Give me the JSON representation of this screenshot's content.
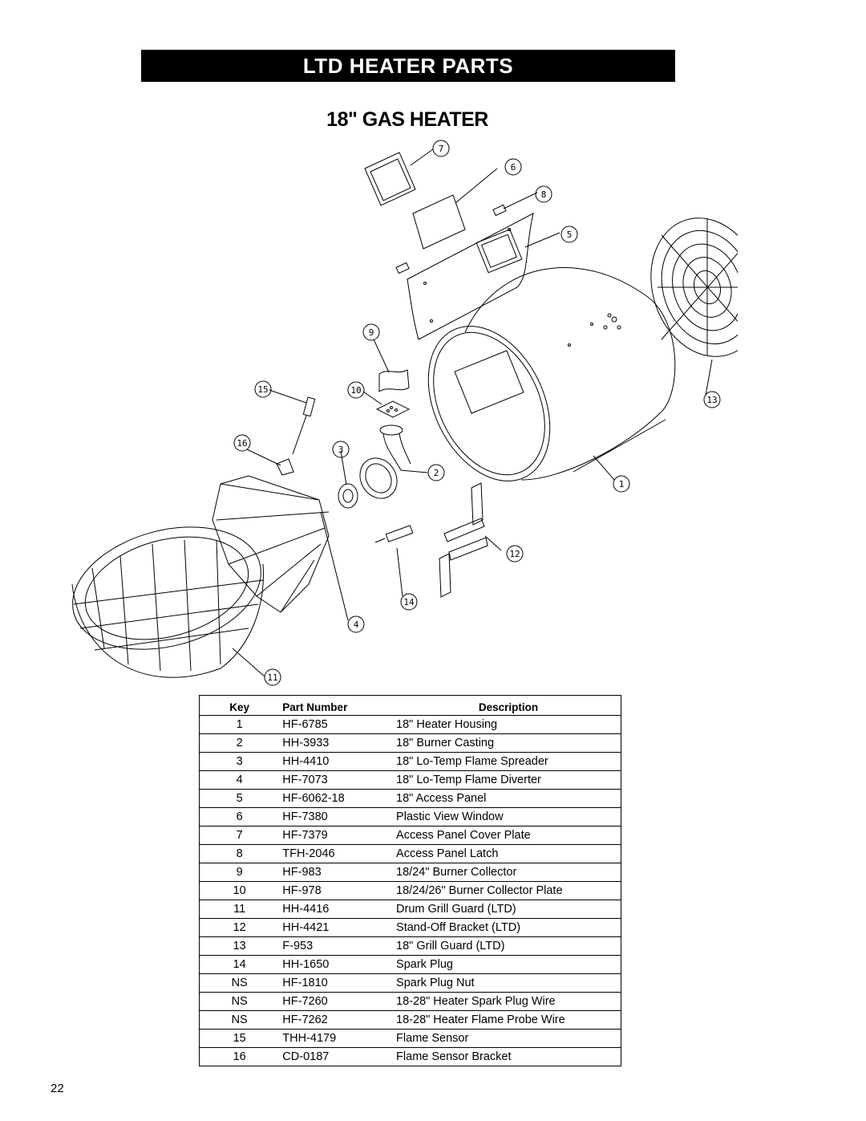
{
  "header": {
    "title": "LTD HEATER PARTS",
    "subtitle": "18\" GAS HEATER"
  },
  "diagram": {
    "callouts": [
      "1",
      "2",
      "3",
      "4",
      "5",
      "6",
      "7",
      "8",
      "9",
      "10",
      "11",
      "12",
      "13",
      "14",
      "15",
      "16"
    ]
  },
  "table": {
    "columns": {
      "key": "Key",
      "part": "Part Number",
      "desc": "Description"
    },
    "rows": [
      {
        "key": "1",
        "part": "HF-6785",
        "desc": "18\" Heater Housing"
      },
      {
        "key": "2",
        "part": "HH-3933",
        "desc": "18\" Burner Casting"
      },
      {
        "key": "3",
        "part": "HH-4410",
        "desc": "18\" Lo-Temp Flame Spreader"
      },
      {
        "key": "4",
        "part": "HF-7073",
        "desc": "18\" Lo-Temp Flame Diverter"
      },
      {
        "key": "5",
        "part": "HF-6062-18",
        "desc": "18\" Access Panel"
      },
      {
        "key": "6",
        "part": "HF-7380",
        "desc": "Plastic View Window"
      },
      {
        "key": "7",
        "part": "HF-7379",
        "desc": "Access Panel Cover Plate"
      },
      {
        "key": "8",
        "part": "TFH-2046",
        "desc": "Access Panel Latch"
      },
      {
        "key": "9",
        "part": "HF-983",
        "desc": "18/24\" Burner Collector"
      },
      {
        "key": "10",
        "part": "HF-978",
        "desc": "18/24/26\" Burner Collector Plate"
      },
      {
        "key": "11",
        "part": "HH-4416",
        "desc": "Drum Grill Guard (LTD)"
      },
      {
        "key": "12",
        "part": "HH-4421",
        "desc": "Stand-Off Bracket (LTD)"
      },
      {
        "key": "13",
        "part": "F-953",
        "desc": "18\" Grill Guard (LTD)"
      },
      {
        "key": "14",
        "part": "HH-1650",
        "desc": "Spark Plug"
      },
      {
        "key": "NS",
        "part": "HF-1810",
        "desc": "Spark Plug Nut"
      },
      {
        "key": "NS",
        "part": "HF-7260",
        "desc": "18-28\" Heater Spark Plug Wire"
      },
      {
        "key": "NS",
        "part": "HF-7262",
        "desc": "18-28\" Heater Flame Probe Wire"
      },
      {
        "key": "15",
        "part": "THH-4179",
        "desc": "Flame Sensor"
      },
      {
        "key": "16",
        "part": "CD-0187",
        "desc": "Flame Sensor Bracket"
      }
    ]
  },
  "footer": {
    "page_number": "22"
  }
}
